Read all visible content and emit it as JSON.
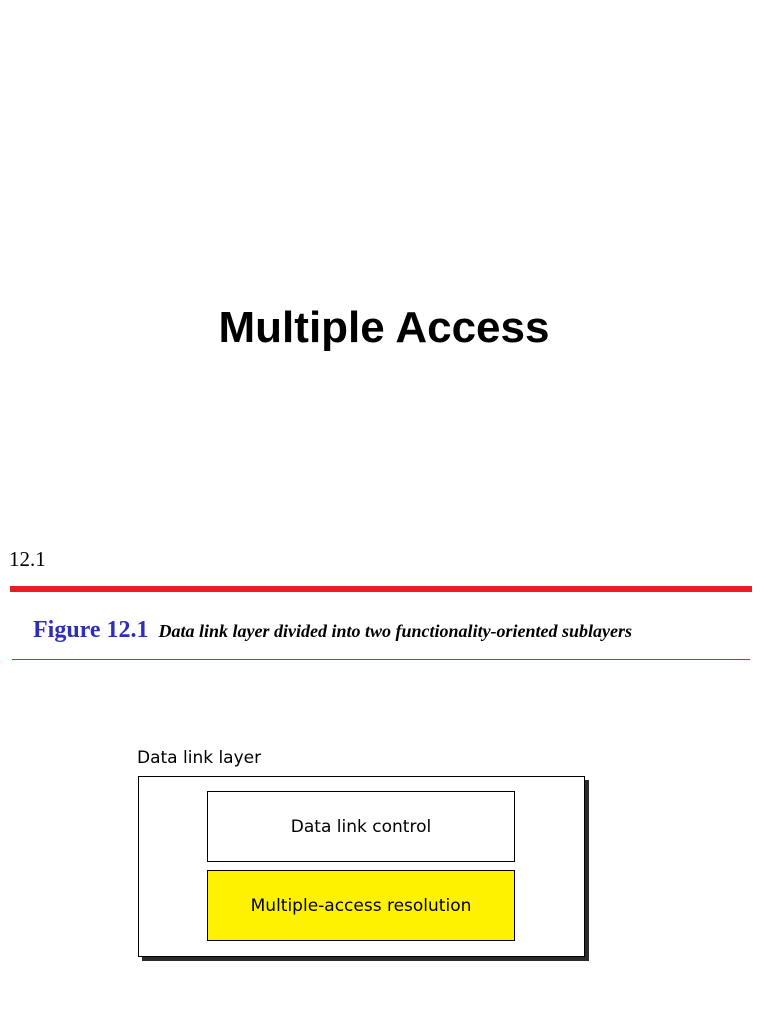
{
  "slide": {
    "title": "Multiple Access",
    "number": "12.1"
  },
  "figure": {
    "number": "Figure 12.1",
    "caption": "Data link layer divided into two functionality-oriented sublayers"
  },
  "diagram": {
    "outer_label": "Data link layer",
    "sublayers": [
      {
        "label": "Data link control",
        "fill": "#ffffff"
      },
      {
        "label": "Multiple-access resolution",
        "fill": "#fff200"
      }
    ]
  },
  "colors": {
    "rule": "#ed1c24",
    "figure_number": "#2e2eb8"
  }
}
